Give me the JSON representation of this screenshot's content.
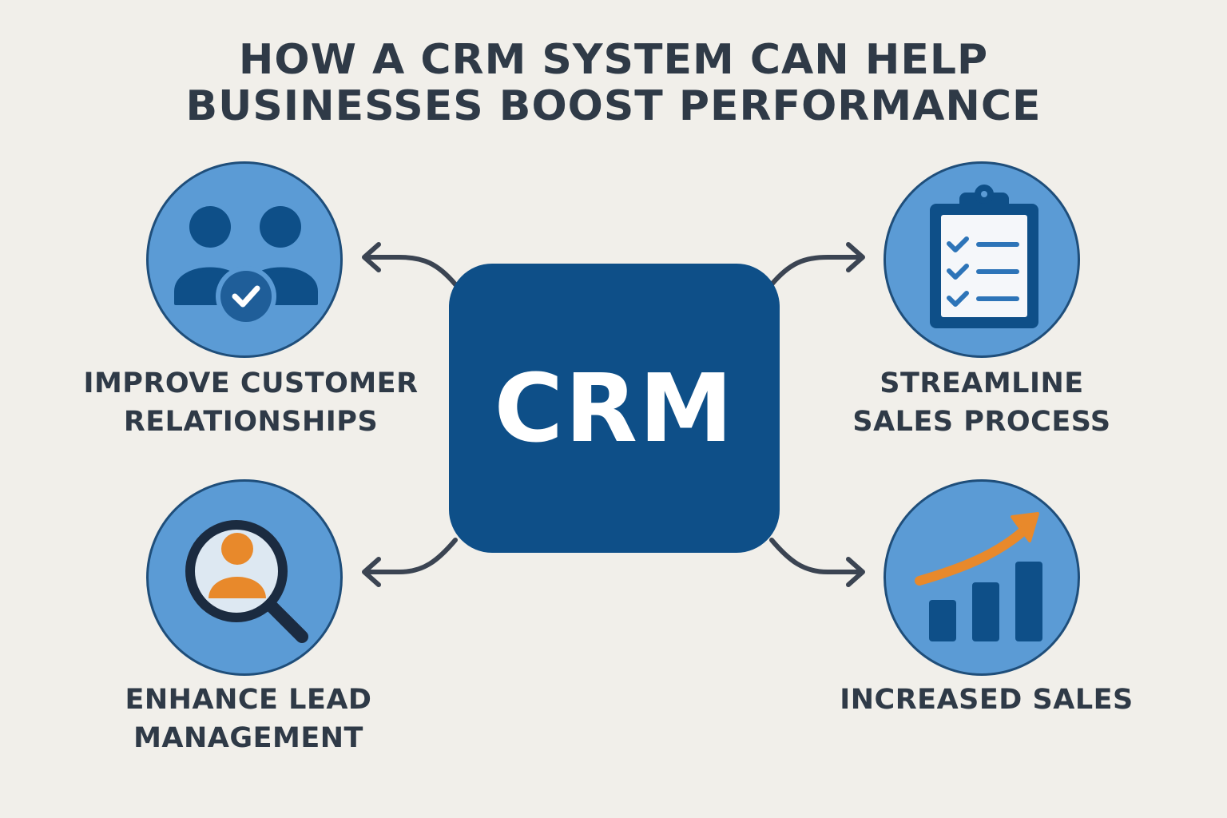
{
  "title": {
    "line1": "HOW A CRM SYSTEM CAN HELP",
    "line2": "BUSINESSES BOOST PERFORMANCE"
  },
  "center": {
    "label": "CRM"
  },
  "benefits": [
    {
      "line1": "IMPROVE CUSTOMER",
      "line2": "RELATIONSHIPS",
      "icon": "customers-check-icon"
    },
    {
      "line1": "STREAMLINE",
      "line2": "SALES PROCESS",
      "icon": "clipboard-checklist-icon"
    },
    {
      "line1": "ENHANCE LEAD",
      "line2": "MANAGEMENT",
      "icon": "magnifier-person-icon"
    },
    {
      "line1": "INCREASED SALES",
      "line2": "",
      "icon": "growth-chart-icon"
    }
  ],
  "colors": {
    "background": "#F1EFEA",
    "text": "#2F3A47",
    "crm_box": "#0E4F88",
    "circle": "#5B9BD5",
    "icon_dark": "#0E4F88",
    "accent": "#E8892B"
  }
}
